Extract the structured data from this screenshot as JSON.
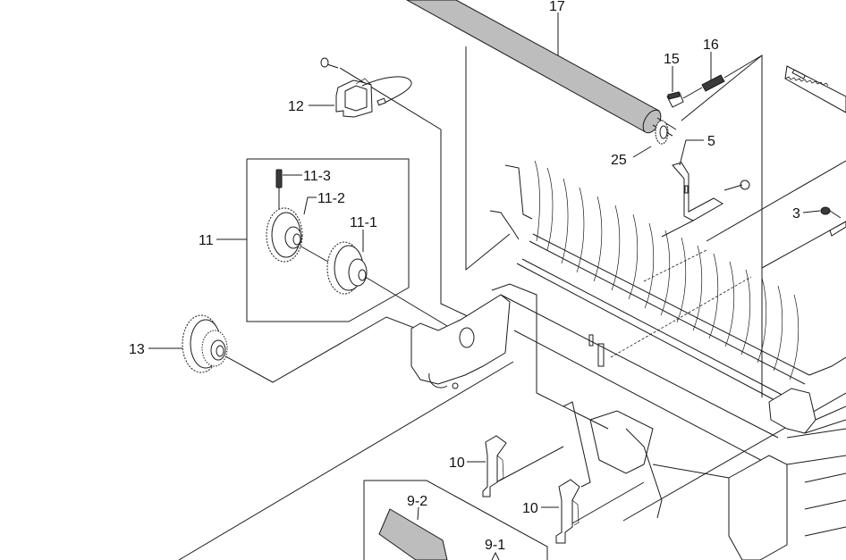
{
  "diagram": {
    "type": "exploded-parts-view",
    "colors": {
      "line": "#1a1a1a",
      "roller": "#bdbdbd",
      "background": "#ffffff"
    },
    "callouts": {
      "c17": "17",
      "c16": "16",
      "c15": "15",
      "c25": "25",
      "c5": "5",
      "c12": "12",
      "c11": "11",
      "c11_1": "11-1",
      "c11_2": "11-2",
      "c11_3": "11-3",
      "c13": "13",
      "c3": "3",
      "c10a": "10",
      "c10b": "10",
      "c9_2": "9-2",
      "c9_1": "9-1"
    }
  }
}
